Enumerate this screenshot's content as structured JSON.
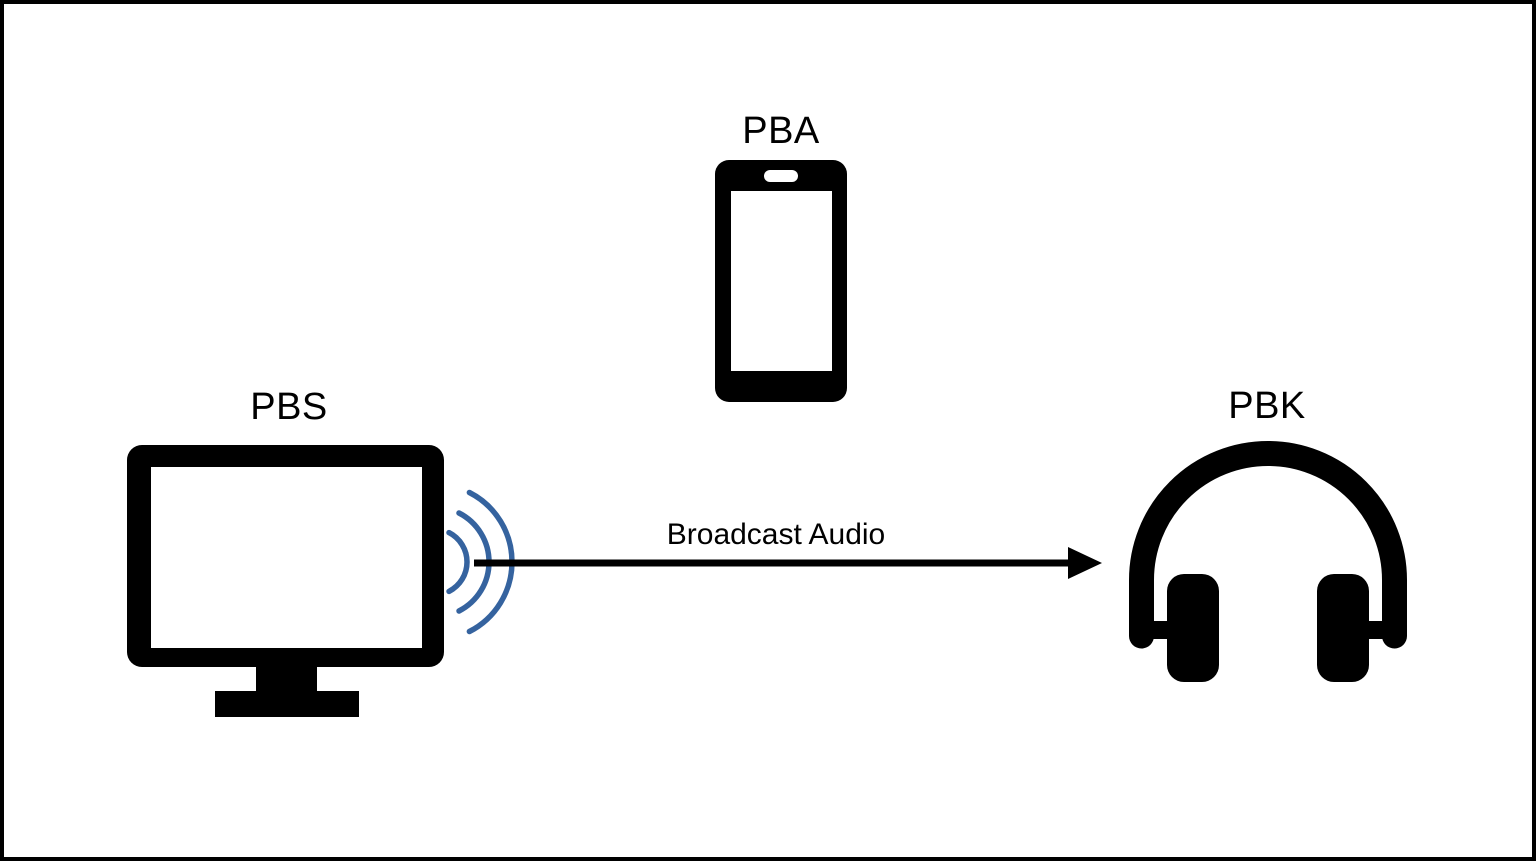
{
  "diagram": {
    "nodes": {
      "pba": {
        "label": "PBA",
        "icon": "smartphone"
      },
      "pbs": {
        "label": "PBS",
        "icon": "tv-monitor"
      },
      "pbk": {
        "label": "PBK",
        "icon": "headphones"
      }
    },
    "edge": {
      "label": "Broadcast Audio",
      "from": "PBS",
      "to": "PBK",
      "direction": "right"
    },
    "colors": {
      "icon": "#000000",
      "text": "#000000",
      "signal_wave": "#35639f",
      "background": "#ffffff",
      "frame_border": "#000000"
    }
  }
}
